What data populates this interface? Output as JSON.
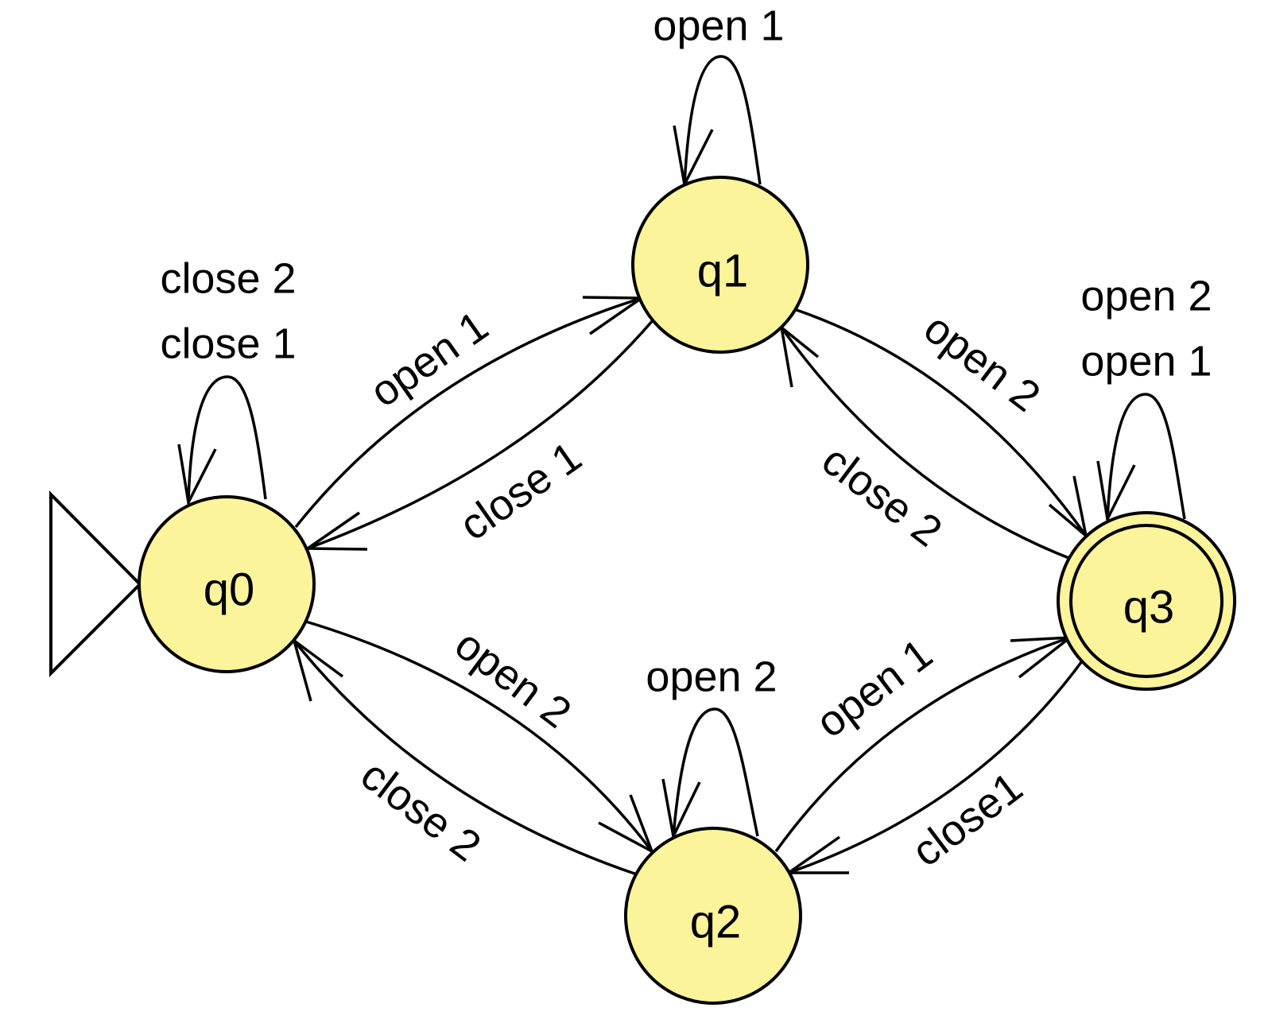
{
  "states": {
    "q0": {
      "label": "q0",
      "initial": true,
      "accepting": false
    },
    "q1": {
      "label": "q1",
      "initial": false,
      "accepting": false
    },
    "q2": {
      "label": "q2",
      "initial": false,
      "accepting": false
    },
    "q3": {
      "label": "q3",
      "initial": false,
      "accepting": true
    }
  },
  "transitions": {
    "q0_q0": {
      "from": "q0",
      "to": "q0",
      "labels": [
        "close 2",
        "close 1"
      ]
    },
    "q1_q1": {
      "from": "q1",
      "to": "q1",
      "labels": [
        "open 1"
      ]
    },
    "q2_q2": {
      "from": "q2",
      "to": "q2",
      "labels": [
        "open 2"
      ]
    },
    "q3_q3": {
      "from": "q3",
      "to": "q3",
      "labels": [
        "open 2",
        "open 1"
      ]
    },
    "q0_q1": {
      "from": "q0",
      "to": "q1",
      "labels": [
        "open 1"
      ]
    },
    "q1_q0": {
      "from": "q1",
      "to": "q0",
      "labels": [
        "close 1"
      ]
    },
    "q1_q3": {
      "from": "q1",
      "to": "q3",
      "labels": [
        "open 2"
      ]
    },
    "q3_q1": {
      "from": "q3",
      "to": "q1",
      "labels": [
        "close 2"
      ]
    },
    "q0_q2": {
      "from": "q0",
      "to": "q2",
      "labels": [
        "open 2"
      ]
    },
    "q2_q0": {
      "from": "q2",
      "to": "q0",
      "labels": [
        "close 2"
      ]
    },
    "q2_q3": {
      "from": "q2",
      "to": "q3",
      "labels": [
        "open 1"
      ]
    },
    "q3_q2": {
      "from": "q3",
      "to": "q2",
      "labels": [
        "close1"
      ]
    }
  },
  "colors": {
    "state_fill": "#fcf49a",
    "stroke": "#000000",
    "background": "#ffffff"
  }
}
